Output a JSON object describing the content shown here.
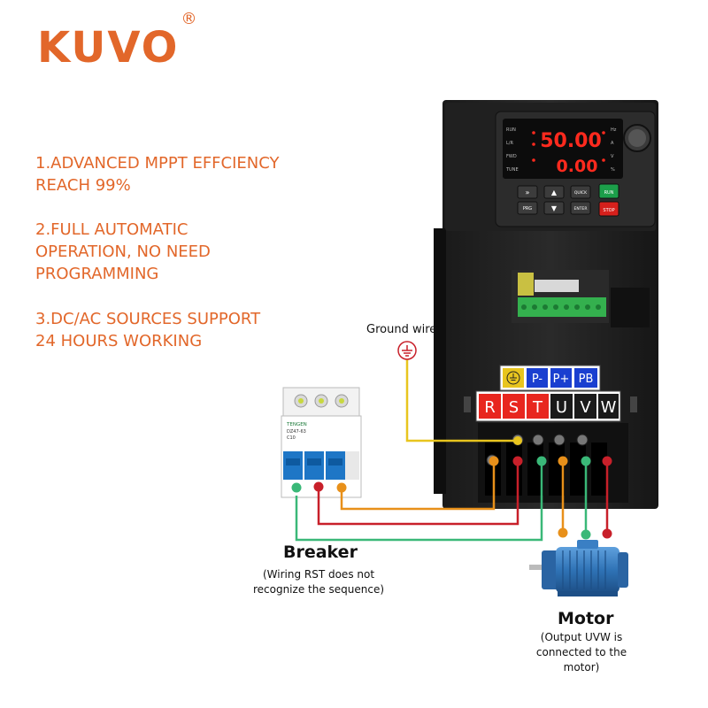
{
  "brand": {
    "name": "KUVO",
    "reg": "®"
  },
  "features": [
    {
      "lines": [
        "1.ADVANCED MPPT EFFCIENCY",
        "REACH 99%"
      ]
    },
    {
      "lines": [
        "2.FULL AUTOMATIC",
        "OPERATION, NO NEED",
        "PROGRAMMING"
      ]
    },
    {
      "lines": [
        "3.DC/AC SOURCES SUPPORT",
        "24 HOURS WORKING"
      ]
    }
  ],
  "inverter": {
    "display_main": "50.00",
    "display_sub": "0.00",
    "indicators_left": [
      "RUN",
      "L/R",
      "FWD",
      "TUNE"
    ],
    "indicators_right": [
      "Hz",
      "A",
      "V",
      "%"
    ],
    "keys": [
      "QUICK",
      "RUN",
      "PRG",
      "ENTER",
      "STOP"
    ],
    "dc_terminals": [
      "P-",
      "P+",
      "PB"
    ],
    "ac_terminals": [
      "R",
      "S",
      "T",
      "U",
      "V",
      "W"
    ]
  },
  "breaker": {
    "brand": "TENGEN",
    "model": "DZ47-63",
    "rating": "C10",
    "title": "Breaker",
    "note_lines": [
      "(Wiring RST does not",
      "recognize the sequence)"
    ]
  },
  "ground_label": "Ground wire",
  "motor": {
    "title": "Motor",
    "note_lines": [
      "(Output UVW is",
      "connected to the",
      "motor)"
    ]
  },
  "colors": {
    "brand": "#e2672a",
    "wire_orange": "#e8901a",
    "wire_red": "#c8202a",
    "wire_green": "#3ab878",
    "wire_yellow": "#e8c51e",
    "terminal_red": "#e8261e",
    "terminal_blue": "#1a3fd0",
    "motor_blue": "#2f73b6"
  }
}
